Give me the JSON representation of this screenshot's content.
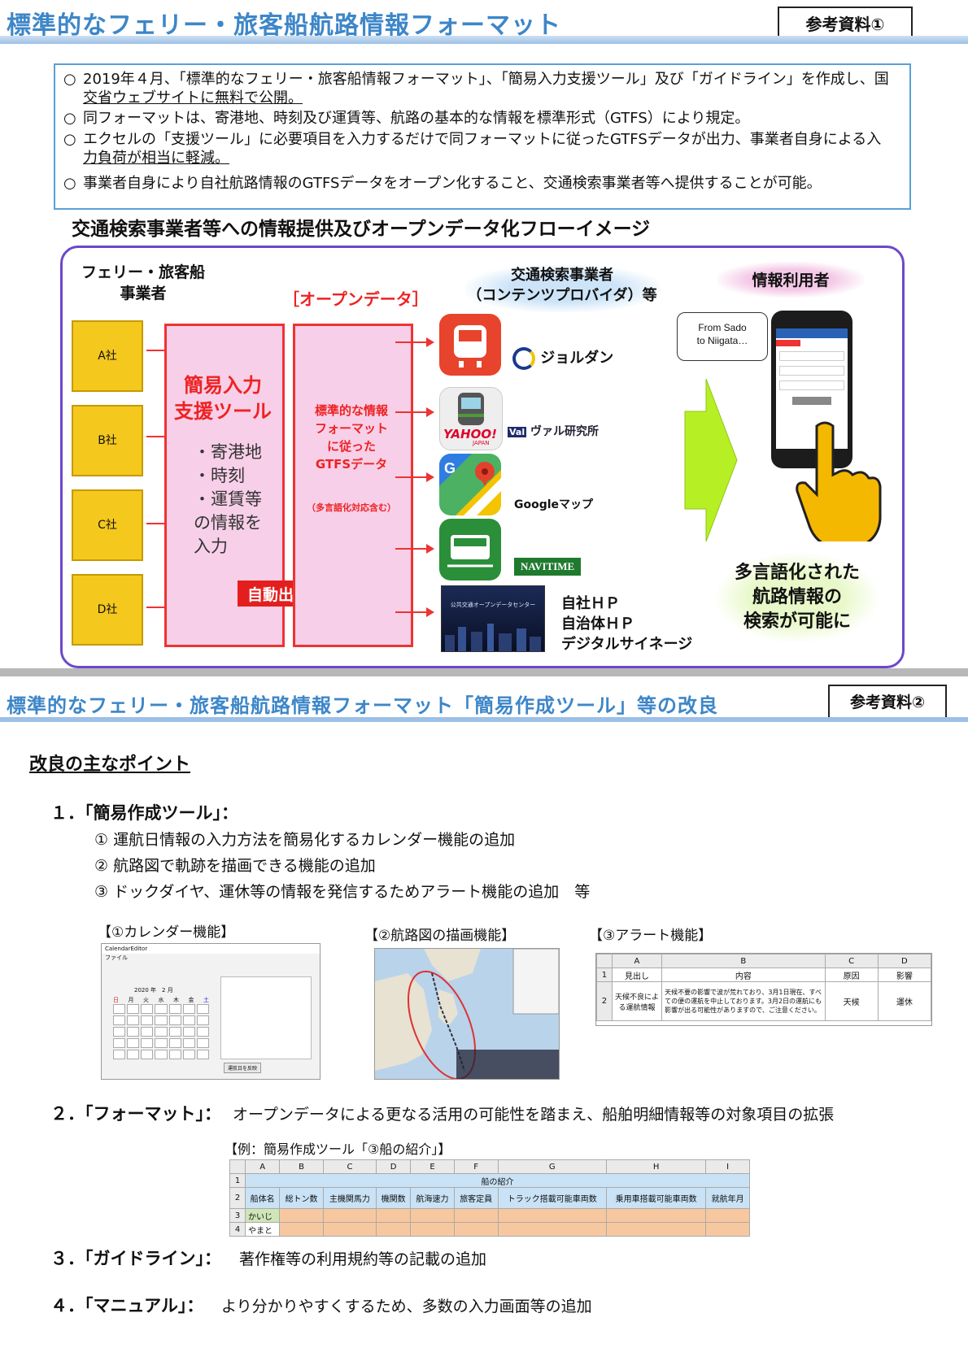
{
  "sheet1": {
    "title": "標準的なフェリー・旅客船航路情報フォーマット",
    "ref_label": "参考資料①",
    "bullets": [
      {
        "mark": "○",
        "line1": "2019年４月、「標準的なフェリー・旅客船情報フォーマット」、「簡易入力支援ツール」及び「ガイドライン」を作成し、国",
        "line2": "交省ウェブサイトに無料で公開。"
      },
      {
        "mark": "○",
        "line1": "同フォーマットは、寄港地、時刻及び運賃等、航路の基本的な情報を標準形式（GTFS）により規定。"
      },
      {
        "mark": "○",
        "line1": "エクセルの「支援ツール」に必要項目を入力するだけで同フォーマットに従ったGTFSデータが出力、事業者自身による入",
        "line2": "力負荷が相当に軽減。"
      },
      {
        "mark": "○",
        "line1": "事業者自身により自社航路情報のGTFSデータをオープン化すること、交通検索事業者等へ提供することが可能。"
      }
    ],
    "flow_heading": "交通検索事業者等への情報提供及びオープンデータ化フローイメージ",
    "operators_title": "フェリー・旅客船\n事業者",
    "companies": [
      "A社",
      "B社",
      "C社",
      "D社"
    ],
    "tool_title": "簡易入力\n支援ツール",
    "tool_items": "・寄港地\n・時刻\n・運賃等\nの情報を\n入力",
    "auto_output": "自動出力",
    "opendata_label": "［オープンデータ］",
    "gtfs_text": "標準的な情報\nフォーマット\nに従った\nGTFSデータ",
    "multilang_note": "（多言語化対応含む）",
    "providers_title": "交通検索事業者\n（コンテンツプロバイダ）等",
    "providers": {
      "jorudan": "ジョルダン",
      "yahoo": "YAHOO!",
      "yahoo_sub": "JAPAN",
      "val": "ヴァル研究所",
      "google": "Googleマップ",
      "navitime": "NAVITIME",
      "hp": "自社ＨＰ\n自治体ＨＰ\nデジタルサイネージ",
      "site_banner": "公共交通オープンデータセンター"
    },
    "users_title": "情報利用者",
    "bubble": "From Sado\nto Niigata…",
    "result": "多言語化された\n航路情報の\n検索が可能に"
  },
  "sheet2": {
    "title": "標準的なフェリー・旅客船航路情報フォーマット「簡易作成ツール」等の改良",
    "ref_label": "参考資料②",
    "points_heading": "改良の主なポイント",
    "item1_head": "１．「簡易作成ツール」：",
    "item1_subs": [
      "① 運航日情報の入力方法を簡易化するカレンダー機能の追加",
      "② 航路図で軌跡を描画できる機能の追加",
      "③ ドックダイヤ、運休等の情報を発信するためアラート機能の追加　等"
    ],
    "cap1": "【①カレンダー機能】",
    "cap2": "【②航路図の描画機能】",
    "cap3": "【③アラート機能】",
    "calendar": {
      "window_title": "CalendarEditor",
      "menu": "ファイル",
      "month": "2020 年　2 月",
      "weekdays": [
        "日",
        "月",
        "火",
        "水",
        "木",
        "金",
        "土"
      ],
      "button": "運航日を反映"
    },
    "alert": {
      "cols": [
        "A",
        "B",
        "C",
        "D"
      ],
      "head": [
        "見出し",
        "内容",
        "原因",
        "影響"
      ],
      "row_num": [
        "1",
        "2"
      ],
      "cells": [
        "天候不良による運航情報",
        "天候不要の影響で波が荒れており、3月1日現在、すべての便の運航を中止しております。3月2日の運航にも影響が出る可能性がありますので、ご注意ください。",
        "天候",
        "運休"
      ]
    },
    "item2_head": "２．「フォーマット」：",
    "item2_body": "オープンデータによる更なる活用の可能性を踏まえ、船舶明細情報等の対象項目の拡張",
    "example_caption": "【例：簡易作成ツール「③船の紹介」】",
    "ship_table": {
      "cols": [
        "A",
        "B",
        "C",
        "D",
        "E",
        "F",
        "G",
        "H",
        "I"
      ],
      "merged_title": "船の紹介",
      "headers": [
        "船体名",
        "総トン数",
        "主機関馬力",
        "機関数",
        "航海速力",
        "旅客定員",
        "トラック搭載可能車両数",
        "乗用車搭載可能車両数",
        "就航年月"
      ],
      "rows": [
        [
          "かいじ"
        ],
        [
          "やまと"
        ]
      ],
      "row_nums": [
        "1",
        "2",
        "3",
        "4"
      ]
    },
    "item3_head": "３．「ガイドライン」：",
    "item3_body": "著作権等の利用規約等の記載の追加",
    "item4_head": "４．「マニュアル」：",
    "item4_body": "より分かりやすくするため、多数の入力画面等の追加"
  },
  "colors": {
    "title_blue": "#3d86c8",
    "frame_purple": "#6b49c9",
    "pink": "#f7cfe8",
    "red": "#e33",
    "yellow": "#f5c81d",
    "green": "#b6f024"
  }
}
